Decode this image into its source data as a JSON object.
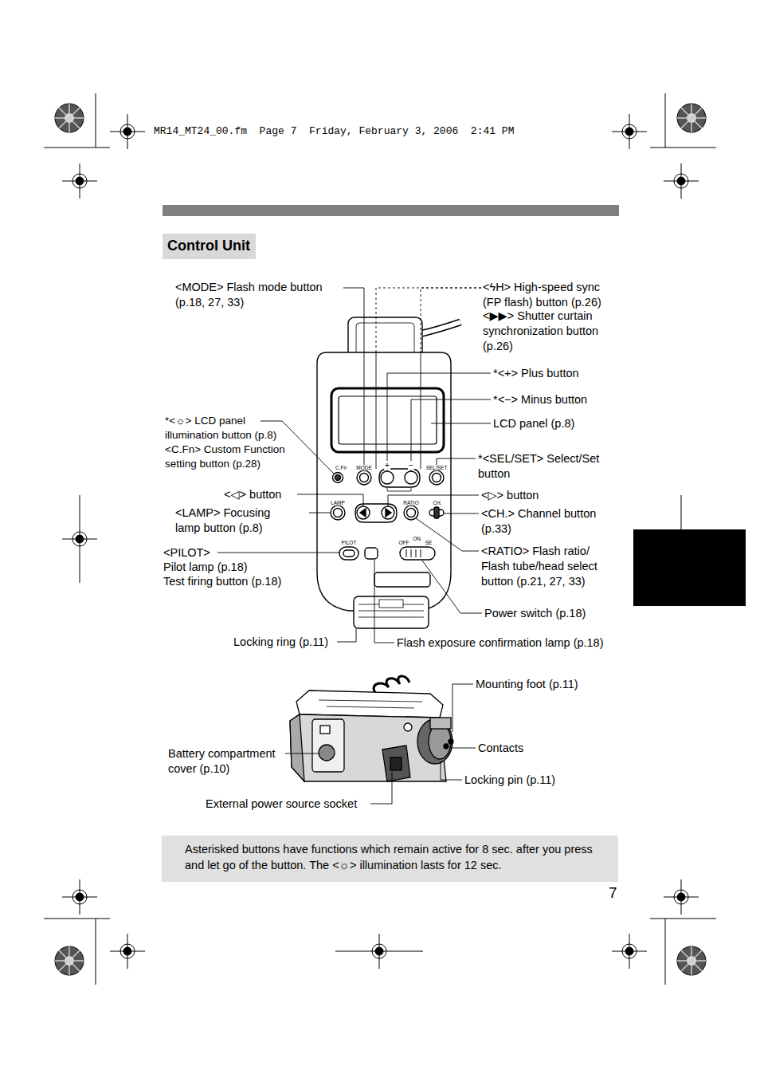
{
  "diagram": {
    "title": "Control Unit",
    "nodes": [
      {
        "text": [
          "Asterisked buttons have functions which remain active for 8 sec. after you press and let go of the button. The <☼> illumination lasts for 12 sec."
        ]
      }
    ],
    "labels": [
      "MR14_MT24_00.fm  Page 7  Friday, February 3, 2006  2:41 PM",
      "<MODE> Flash mode button (p.18, 27, 33)",
      "<ϟH> High-speed sync (FP flash) button (p.26)",
      "<▶▶> Shutter curtain synchronization button (p.26)",
      "*<+> Plus button",
      "*<−> Minus button",
      "*<☼> LCD panel illumination button (p.8)",
      "<C.Fn> Custom Function setting button (p.28)",
      "LCD panel (p.8)",
      "*<SEL/SET> Select/Set button",
      "<◁> button",
      "<▷> button",
      "<LAMP> Focusing lamp button (p.8)",
      "<CH.> Channel button (p.33)",
      "<PILOT>",
      "Pilot lamp (p.18)",
      "Test firing button (p.18)",
      "<RATIO> Flash ratio/ Flash tube/head select button (p.21, 27, 33)",
      "Power switch (p.18)",
      "Locking ring (p.11)",
      "Flash exposure confirmation lamp (p.18)",
      "Mounting foot (p.11)",
      "Contacts",
      "Battery compartment cover (p.10)",
      "Locking pin (p.11)",
      "External power source socket",
      "7",
      "C.Fn",
      "MODE",
      "+",
      "−",
      "SEL/SET",
      "LAMP",
      "RATIO",
      "CH.",
      "PILOT",
      "OFF",
      "ON",
      "SE"
    ]
  }
}
